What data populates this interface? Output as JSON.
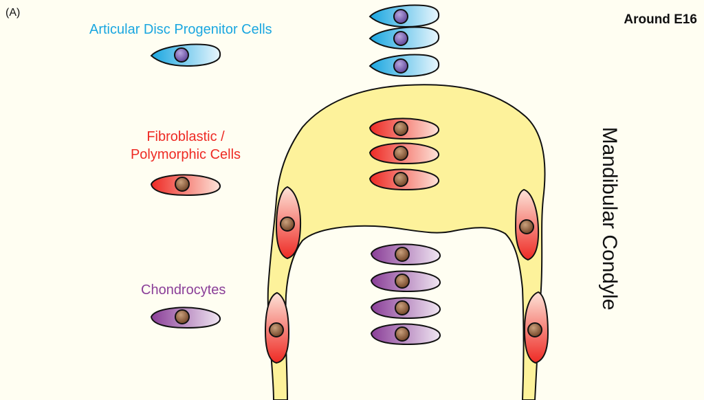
{
  "panel_label": "(A)",
  "stage_label": "Around E16",
  "legend": {
    "progenitor": "Articular Disc Progenitor Cells",
    "fibroblastic_line1": "Fibroblastic /",
    "fibroblastic_line2": "Polymorphic Cells",
    "chondrocytes": "Chondrocytes"
  },
  "structure_label": "Mandibular Condyle",
  "colors": {
    "background": "#fffef2",
    "condyle_fill": "#fdf29b",
    "progenitor": "#19a6e0",
    "fibroblastic": "#ee2a24",
    "chondrocyte": "#8a3e98",
    "nucleus_blue": "#6a4fa0",
    "nucleus_brown": "#7a4a2c"
  }
}
